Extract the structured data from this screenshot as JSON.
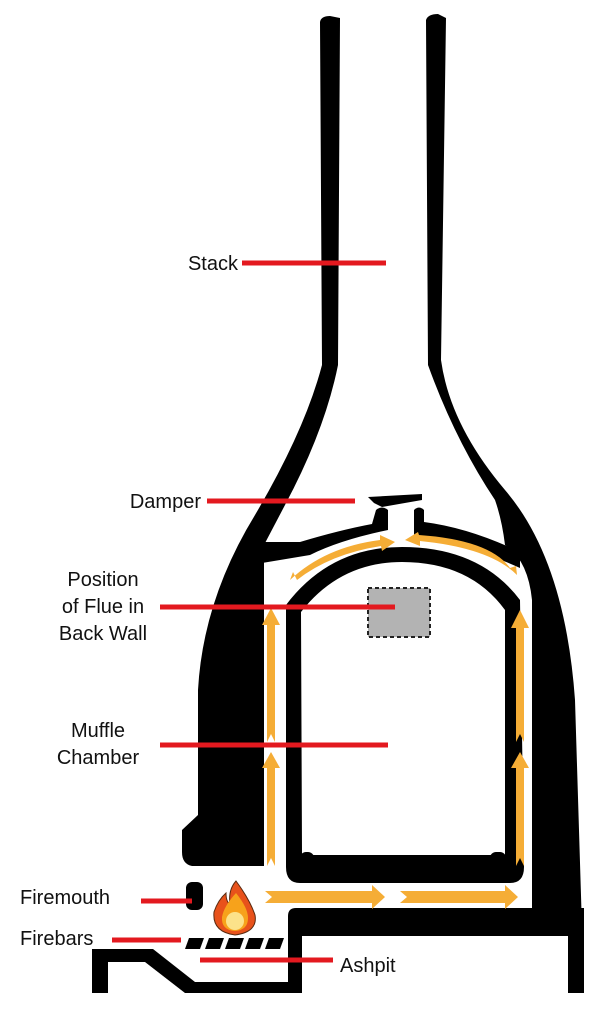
{
  "labels": {
    "stack": "Stack",
    "damper": "Damper",
    "flue": [
      "Position",
      "of Flue in",
      "Back Wall"
    ],
    "muffle": [
      "Muffle",
      "Chamber"
    ],
    "firemouth": "Firemouth",
    "firebars": "Firebars",
    "ashpit": "Ashpit"
  },
  "colors": {
    "structure": "#000000",
    "leader_line": "#E3191F",
    "airflow_arrow": "#F5AD36",
    "flue_fill": "#B3B3B3"
  }
}
